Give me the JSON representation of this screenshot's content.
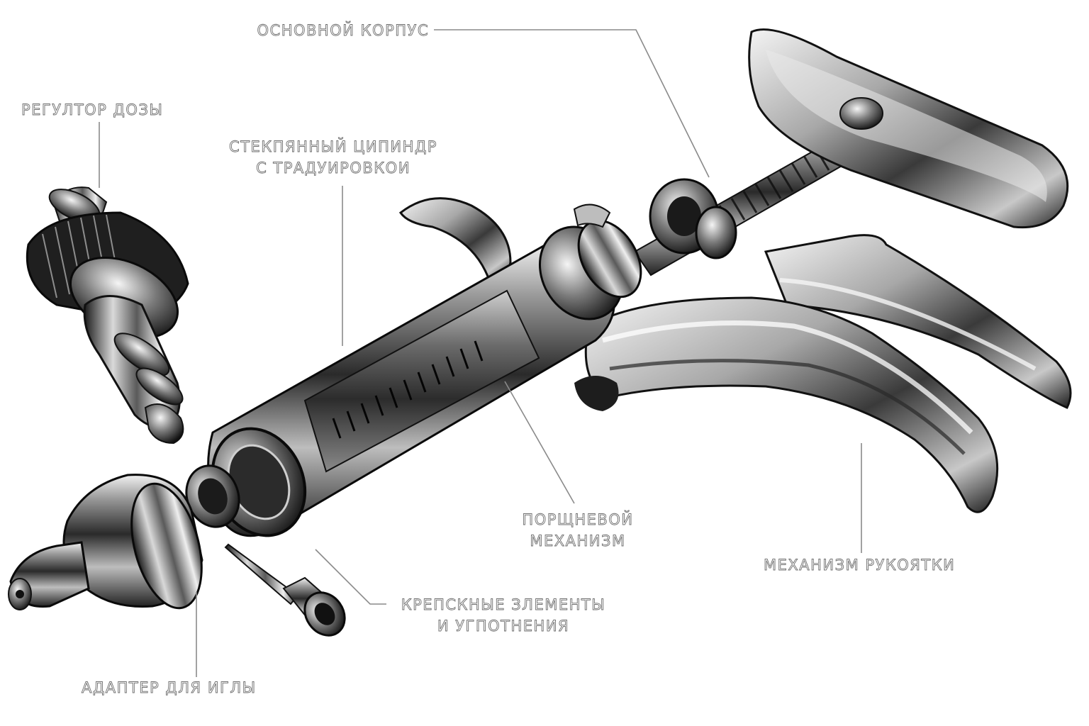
{
  "colors": {
    "background": "#ffffff",
    "metal_dark": "#151515",
    "metal_mid": "#6a6a6a",
    "metal_light": "#e6e6e6",
    "leader_line": "#8a8a8a",
    "label_outline": "#6e6e6e"
  },
  "labels": {
    "main_body": "ОСНОВНОЙ КОРПУС",
    "dose_regulator": "РЕГУЛТОР ДОЗЫ",
    "glass_cylinder": [
      "СТЕКПЯННЫЙ ЦИПИНДР",
      "С ТРАДУИРОВКОИ"
    ],
    "piston_mechanism": [
      "ПОРЩНЕВОЙ",
      "МЕХАНИЗМ"
    ],
    "handle_mechanism": "МЕХАНИЗМ РУКОЯТКИ",
    "fasteners_seals": [
      "КРЕПСКНЫЕ ЗЛЕМЕНТЫ",
      "И УГПОТНЕНИЯ"
    ],
    "needle_adapter": "АДАПТЕР ДЛЯ ИГЛЫ"
  },
  "illustration": {
    "subject": "exploded view of a metal veterinary syringe gun",
    "style": "monochrome engraved metal rendering"
  }
}
